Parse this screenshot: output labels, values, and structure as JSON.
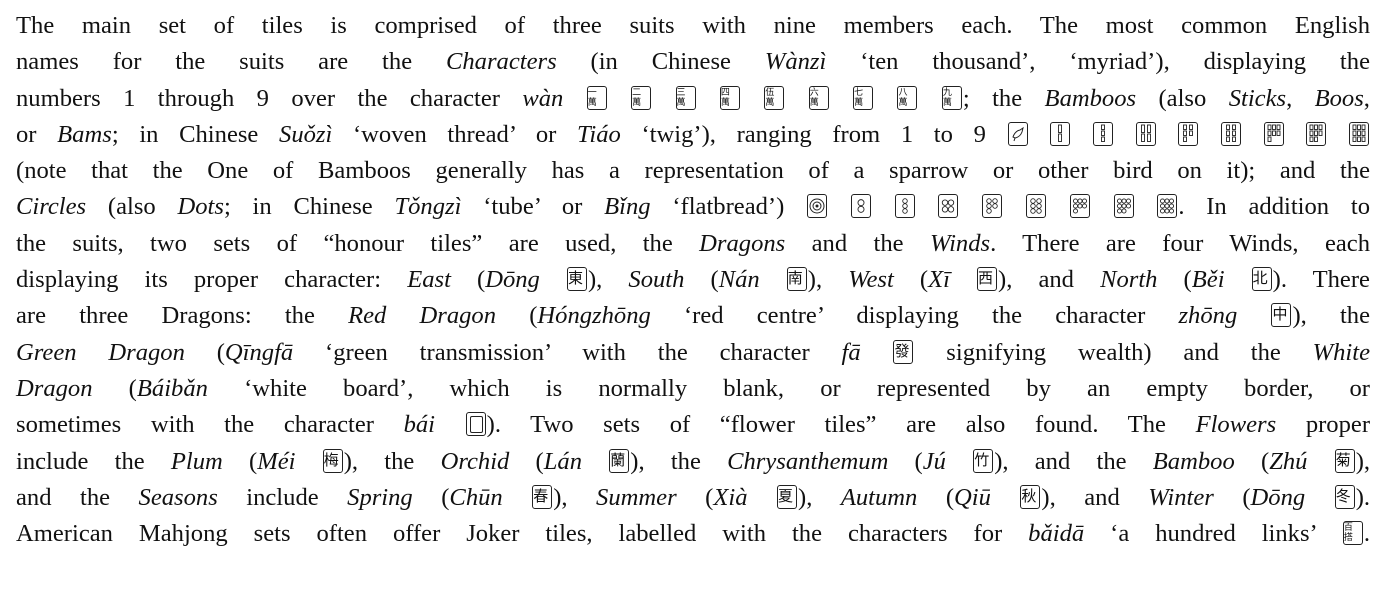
{
  "paragraph": {
    "lines": [
      [
        {
          "t": "The main set of tiles is comprised of three suits with nine members each. The most common English"
        }
      ],
      [
        {
          "t": "names for the suits are the "
        },
        {
          "t": "Characters",
          "i": true
        },
        {
          "t": " (in Chinese "
        },
        {
          "t": "Wànzì",
          "i": true
        },
        {
          "t": " ‘ten thousand’, ‘myriad’), displaying the"
        }
      ],
      [
        {
          "t": "numbers 1 through 9 over the character "
        },
        {
          "t": "wàn",
          "i": true
        },
        {
          "t": " "
        },
        {
          "tiles": "characters"
        },
        {
          "t": "; the "
        },
        {
          "t": "Bamboos",
          "i": true
        },
        {
          "t": " (also "
        },
        {
          "t": "Sticks",
          "i": true
        },
        {
          "t": ", "
        },
        {
          "t": "Boos",
          "i": true
        },
        {
          "t": ","
        }
      ],
      [
        {
          "t": "or "
        },
        {
          "t": "Bams",
          "i": true
        },
        {
          "t": "; in Chinese "
        },
        {
          "t": "Suǒzì",
          "i": true
        },
        {
          "t": " ‘woven thread’ or "
        },
        {
          "t": "Tiáo",
          "i": true
        },
        {
          "t": " ‘twig’), ranging from 1 to 9 "
        },
        {
          "tiles": "bamboos"
        }
      ],
      [
        {
          "t": "(note that the One of Bamboos generally has a representation of a sparrow or other bird on it); and the"
        }
      ],
      [
        {
          "t": "Circles",
          "i": true
        },
        {
          "t": " (also "
        },
        {
          "t": "Dots",
          "i": true
        },
        {
          "t": "; in Chinese "
        },
        {
          "t": "Tǒngzì",
          "i": true
        },
        {
          "t": " ‘tube’ or "
        },
        {
          "t": "Bǐng",
          "i": true
        },
        {
          "t": " ‘flatbread’) "
        },
        {
          "tiles": "circles"
        },
        {
          "t": ". In addition to"
        }
      ],
      [
        {
          "t": "the suits, two sets of “honour tiles” are used, the "
        },
        {
          "t": "Dragons",
          "i": true
        },
        {
          "t": " and the "
        },
        {
          "t": "Winds",
          "i": true
        },
        {
          "t": ". There are four Winds, each"
        }
      ],
      [
        {
          "t": "displaying its proper character: "
        },
        {
          "t": "East",
          "i": true
        },
        {
          "t": " ("
        },
        {
          "t": "Dōng",
          "i": true
        },
        {
          "t": " "
        },
        {
          "tile": "東"
        },
        {
          "t": "), "
        },
        {
          "t": "South",
          "i": true
        },
        {
          "t": " ("
        },
        {
          "t": "Nán",
          "i": true
        },
        {
          "t": " "
        },
        {
          "tile": "南"
        },
        {
          "t": "), "
        },
        {
          "t": "West",
          "i": true
        },
        {
          "t": " ("
        },
        {
          "t": "Xī",
          "i": true
        },
        {
          "t": " "
        },
        {
          "tile": "西"
        },
        {
          "t": "), and "
        },
        {
          "t": "North",
          "i": true
        },
        {
          "t": " ("
        },
        {
          "t": "Běi",
          "i": true
        },
        {
          "t": " "
        },
        {
          "tile": "北"
        },
        {
          "t": "). There"
        }
      ],
      [
        {
          "t": "are three Dragons: the "
        },
        {
          "t": "Red Dragon",
          "i": true
        },
        {
          "t": " ("
        },
        {
          "t": "Hóngzhōng",
          "i": true
        },
        {
          "t": " ‘red centre’ displaying the character "
        },
        {
          "t": "zhōng",
          "i": true
        },
        {
          "t": " "
        },
        {
          "tile": "中"
        },
        {
          "t": "), the"
        }
      ],
      [
        {
          "t": "Green Dragon",
          "i": true
        },
        {
          "t": " ("
        },
        {
          "t": "Qīngfā",
          "i": true
        },
        {
          "t": " ‘green transmission’ with the character "
        },
        {
          "t": "fā",
          "i": true
        },
        {
          "t": " "
        },
        {
          "tile": "發"
        },
        {
          "t": " signifying wealth) and the "
        },
        {
          "t": "White",
          "i": true
        }
      ],
      [
        {
          "t": "Dragon",
          "i": true
        },
        {
          "t": " ("
        },
        {
          "t": "Báibǎn",
          "i": true
        },
        {
          "t": " ‘white board’, which is normally blank, or represented by an empty border, or"
        }
      ],
      [
        {
          "t": "sometimes with the character "
        },
        {
          "t": "bái",
          "i": true
        },
        {
          "t": " "
        },
        {
          "tile": "blank"
        },
        {
          "t": "). Two sets of “flower tiles” are also found. The "
        },
        {
          "t": "Flowers",
          "i": true
        },
        {
          "t": " proper"
        }
      ],
      [
        {
          "t": "include the "
        },
        {
          "t": "Plum",
          "i": true
        },
        {
          "t": " ("
        },
        {
          "t": "Méi",
          "i": true
        },
        {
          "t": " "
        },
        {
          "tile": "梅"
        },
        {
          "t": "), the "
        },
        {
          "t": "Orchid",
          "i": true
        },
        {
          "t": " ("
        },
        {
          "t": "Lán",
          "i": true
        },
        {
          "t": " "
        },
        {
          "tile": "蘭"
        },
        {
          "t": "), the "
        },
        {
          "t": "Chrysanthemum",
          "i": true
        },
        {
          "t": " ("
        },
        {
          "t": "Jú",
          "i": true
        },
        {
          "t": " "
        },
        {
          "tile": "竹"
        },
        {
          "t": "), and the "
        },
        {
          "t": "Bamboo",
          "i": true
        },
        {
          "t": " ("
        },
        {
          "t": "Zhú",
          "i": true
        },
        {
          "t": " "
        },
        {
          "tile": "菊"
        },
        {
          "t": "),"
        }
      ],
      [
        {
          "t": "and the "
        },
        {
          "t": "Seasons",
          "i": true
        },
        {
          "t": " include "
        },
        {
          "t": "Spring",
          "i": true
        },
        {
          "t": " ("
        },
        {
          "t": "Chūn",
          "i": true
        },
        {
          "t": " "
        },
        {
          "tile": "春"
        },
        {
          "t": "), "
        },
        {
          "t": "Summer",
          "i": true
        },
        {
          "t": " ("
        },
        {
          "t": "Xià",
          "i": true
        },
        {
          "t": " "
        },
        {
          "tile": "夏"
        },
        {
          "t": "), "
        },
        {
          "t": "Autumn",
          "i": true
        },
        {
          "t": " ("
        },
        {
          "t": "Qiū",
          "i": true
        },
        {
          "t": " "
        },
        {
          "tile": "秋"
        },
        {
          "t": "), and "
        },
        {
          "t": "Winter",
          "i": true
        },
        {
          "t": " ("
        },
        {
          "t": "Dōng",
          "i": true
        },
        {
          "t": " "
        },
        {
          "tile": "冬"
        },
        {
          "t": ")."
        }
      ],
      [
        {
          "t": "American Mahjong sets often offer Joker tiles, labelled with the characters for "
        },
        {
          "t": "bǎidā",
          "i": true
        },
        {
          "t": " ‘a hundred links’ "
        },
        {
          "tile": "百搭"
        },
        {
          "t": "."
        }
      ]
    ]
  },
  "tile_sets": {
    "characters": [
      "一",
      "二",
      "三",
      "四",
      "伍",
      "六",
      "七",
      "八",
      "九"
    ],
    "characters_bottom": "萬",
    "bamboos": [
      1,
      2,
      3,
      4,
      5,
      6,
      7,
      8,
      9
    ],
    "circles": [
      1,
      2,
      3,
      4,
      5,
      6,
      7,
      8,
      9
    ]
  }
}
